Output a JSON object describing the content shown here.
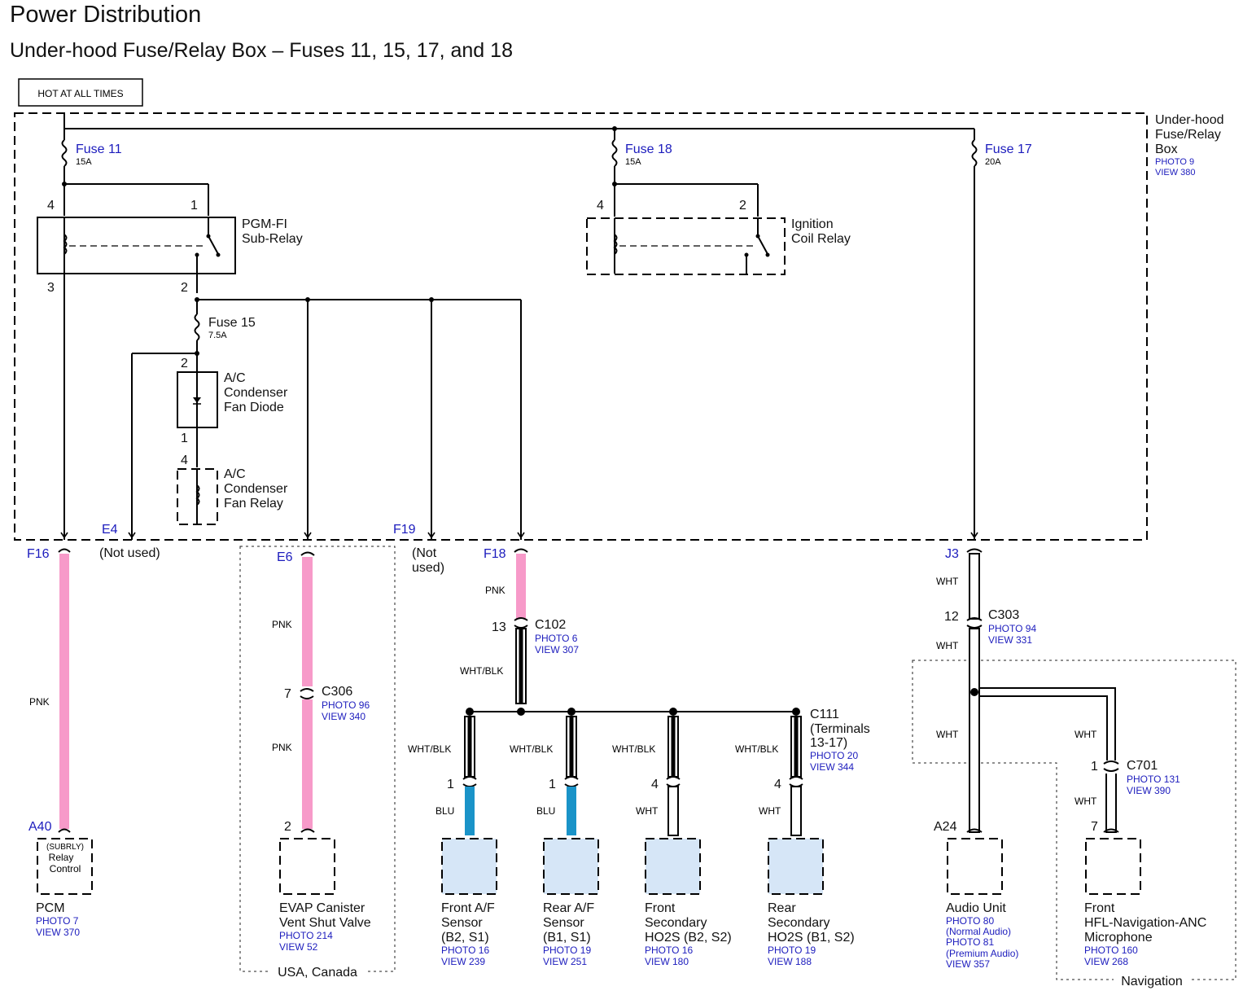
{
  "title": "Power Distribution",
  "subtitle": "Under-hood Fuse/Relay Box – Fuses 11, 15, 17, and 18",
  "hot_at_all_times": "HOT AT ALL TIMES",
  "box": {
    "line1": "Under-hood",
    "line2": "Fuse/Relay",
    "line3": "Box",
    "photo": "PHOTO 9",
    "view": "VIEW 380"
  },
  "fuses": {
    "f11": {
      "name": "Fuse 11",
      "rating": "15A"
    },
    "f18": {
      "name": "Fuse 18",
      "rating": "15A"
    },
    "f17": {
      "name": "Fuse 17",
      "rating": "20A"
    },
    "f15": {
      "name": "Fuse 15",
      "rating": "7.5A"
    }
  },
  "relays": {
    "pgmfi": {
      "line1": "PGM-FI",
      "line2": "Sub-Relay",
      "pin_tl": "4",
      "pin_tr": "1",
      "pin_bl": "3",
      "pin_br": "2"
    },
    "ign": {
      "line1": "Ignition",
      "line2": "Coil Relay",
      "pin_tl": "4",
      "pin_tr": "2"
    },
    "diode": {
      "line1": "A/C",
      "line2": "Condenser",
      "line3": "Fan Diode",
      "pin_top": "2",
      "pin_bot": "1"
    },
    "fanrelay": {
      "line1": "A/C",
      "line2": "Condenser",
      "line3": "Fan Relay",
      "pin_top": "4"
    }
  },
  "terminals": {
    "f16": "F16",
    "e4": "E4",
    "e6": "E6",
    "f19": "F19",
    "f18": "F18",
    "j3": "J3",
    "a40": "A40",
    "a24": "A24",
    "not_used_e4": "(Not used)",
    "not_used_f19_1": "(Not",
    "not_used_f19_2": "used)"
  },
  "wires": {
    "pnk": "PNK",
    "wht_blk": "WHT/BLK",
    "blu": "BLU",
    "wht": "WHT"
  },
  "connectors": {
    "c306": {
      "name": "C306",
      "pin": "7",
      "photo": "PHOTO 96",
      "view": "VIEW 340"
    },
    "c102": {
      "name": "C102",
      "pin": "13",
      "photo": "PHOTO 6",
      "view": "VIEW 307"
    },
    "c111": {
      "name": "C111",
      "line2": "(Terminals",
      "line3": "13-17)",
      "photo": "PHOTO 20",
      "view": "VIEW 344"
    },
    "c303": {
      "name": "C303",
      "pin": "12",
      "photo": "PHOTO 94",
      "view": "VIEW 331"
    },
    "c701": {
      "name": "C701",
      "pin": "1",
      "photo": "PHOTO 131",
      "view": "VIEW 390"
    }
  },
  "components": {
    "pcm": {
      "inner1": "(SUBRLY)",
      "inner2": "Relay",
      "inner3": "Control",
      "name": "PCM",
      "photo": "PHOTO 7",
      "view": "VIEW 370"
    },
    "evap": {
      "pin": "2",
      "line1": "EVAP Canister",
      "line2": "Vent Shut Valve",
      "photo": "PHOTO 214",
      "view": "VIEW 52",
      "region": "USA, Canada"
    },
    "front_af": {
      "pin": "1",
      "line1": "Front A/F",
      "line2": "Sensor",
      "line3": "(B2, S1)",
      "photo": "PHOTO 16",
      "view": "VIEW 239"
    },
    "rear_af": {
      "pin": "1",
      "line1": "Rear A/F",
      "line2": "Sensor",
      "line3": "(B1, S1)",
      "photo": "PHOTO 19",
      "view": "VIEW 251"
    },
    "front_ho2s": {
      "pin": "4",
      "line1": "Front",
      "line2": "Secondary",
      "line3": "HO2S (B2, S2)",
      "photo": "PHOTO 16",
      "view": "VIEW 180"
    },
    "rear_ho2s": {
      "pin": "4",
      "line1": "Rear",
      "line2": "Secondary",
      "line3": "HO2S (B1, S2)",
      "photo": "PHOTO 19",
      "view": "VIEW 188"
    },
    "audio": {
      "name": "Audio Unit",
      "photo1": "PHOTO 80",
      "note1": "(Normal Audio)",
      "photo2": "PHOTO 81",
      "note2": "(Premium Audio)",
      "view": "VIEW 357"
    },
    "mic": {
      "pin": "7",
      "line1": "Front",
      "line2": "HFL-Navigation-ANC",
      "line3": "Microphone",
      "photo": "PHOTO 160",
      "view": "VIEW 268",
      "region": "Navigation"
    }
  },
  "colors": {
    "box_fill": "#d6e6f7",
    "pink": "#f79ac9",
    "blue_wire": "#1a93c8",
    "label_blue": "#1c1cbd"
  }
}
